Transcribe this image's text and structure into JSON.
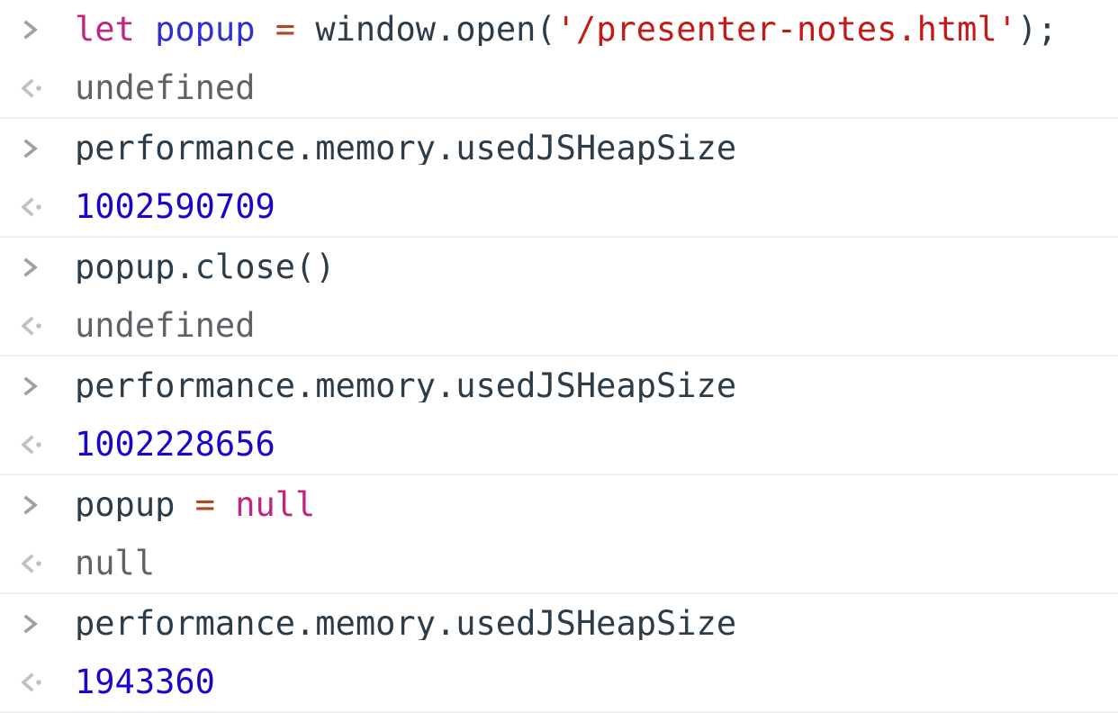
{
  "console": {
    "name": "javascript-console",
    "prompt_icon": "chevron-right-icon",
    "result_icon": "chevron-left-dot-icon",
    "colors": {
      "background": "#ffffff",
      "separator": "#eceef0",
      "keyword": "#c0267f",
      "variable": "#3131cf",
      "operator": "#b5451b",
      "plain": "#2c3c48",
      "string": "#c41a16",
      "result_gray": "#5f6368",
      "result_number": "#1a05cd",
      "prompt_arrow": "#9aa0a6",
      "result_arrow": "#bdc1c6"
    },
    "entries": [
      {
        "input_tokens": [
          {
            "text": "let",
            "type": "kw"
          },
          {
            "text": " ",
            "type": "plain"
          },
          {
            "text": "popup",
            "type": "var"
          },
          {
            "text": " ",
            "type": "plain"
          },
          {
            "text": "=",
            "type": "op"
          },
          {
            "text": " ",
            "type": "plain"
          },
          {
            "text": "window.open(",
            "type": "plain"
          },
          {
            "text": "'/presenter-notes.html'",
            "type": "string"
          },
          {
            "text": ");",
            "type": "plain"
          }
        ],
        "input_text": "let popup = window.open('/presenter-notes.html');",
        "result_text": "undefined",
        "result_type": "undefined"
      },
      {
        "input_tokens": [
          {
            "text": "performance.memory.usedJSHeapSize",
            "type": "plain"
          }
        ],
        "input_text": "performance.memory.usedJSHeapSize",
        "result_text": "1002590709",
        "result_type": "number"
      },
      {
        "input_tokens": [
          {
            "text": "popup.close()",
            "type": "plain"
          }
        ],
        "input_text": "popup.close()",
        "result_text": "undefined",
        "result_type": "undefined"
      },
      {
        "input_tokens": [
          {
            "text": "performance.memory.usedJSHeapSize",
            "type": "plain"
          }
        ],
        "input_text": "performance.memory.usedJSHeapSize",
        "result_text": "1002228656",
        "result_type": "number"
      },
      {
        "input_tokens": [
          {
            "text": "popup",
            "type": "plain"
          },
          {
            "text": " ",
            "type": "plain"
          },
          {
            "text": "=",
            "type": "op"
          },
          {
            "text": " ",
            "type": "plain"
          },
          {
            "text": "null",
            "type": "null"
          }
        ],
        "input_text": "popup = null",
        "result_text": "null",
        "result_type": "null"
      },
      {
        "input_tokens": [
          {
            "text": "performance.memory.usedJSHeapSize",
            "type": "plain"
          }
        ],
        "input_text": "performance.memory.usedJSHeapSize",
        "result_text": "1943360",
        "result_type": "number"
      }
    ]
  }
}
